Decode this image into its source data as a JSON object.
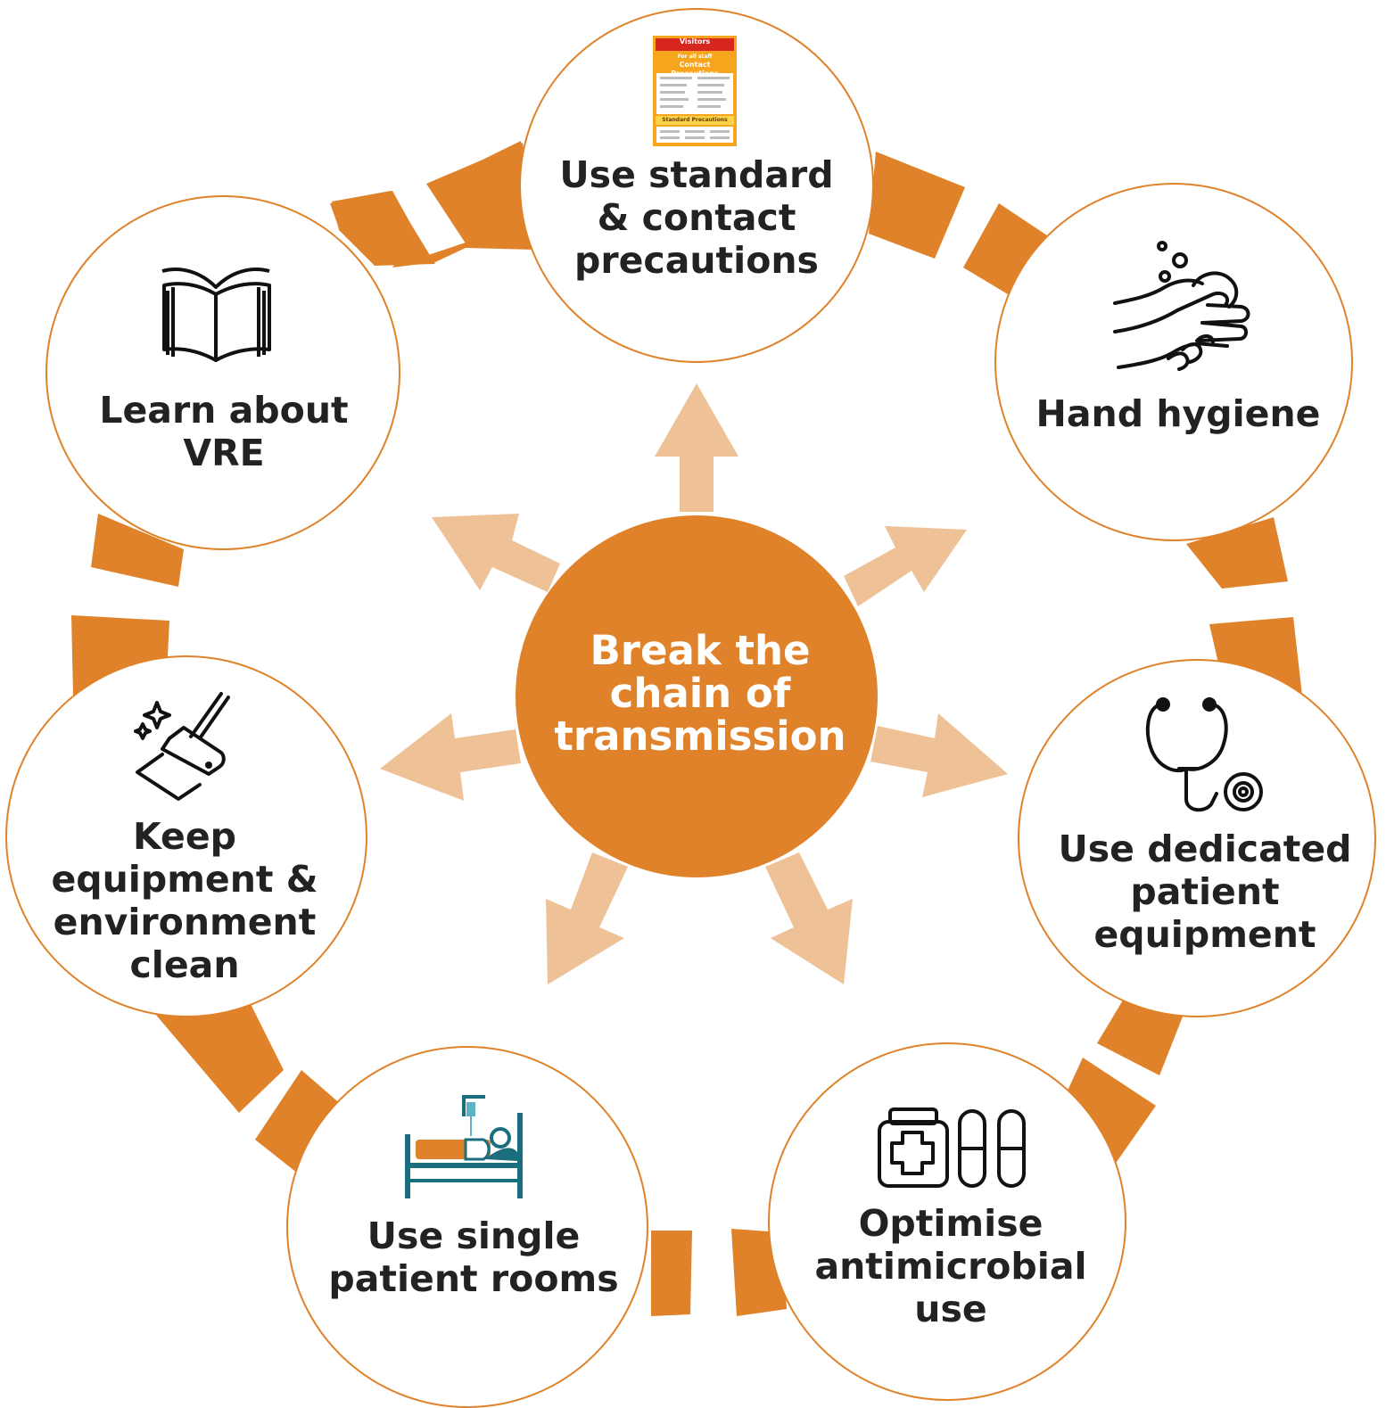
{
  "center": {
    "lines": [
      "Break the",
      "chain of",
      "transmission"
    ]
  },
  "nodes": [
    {
      "id": "standard-precautions",
      "lines": [
        "Use standard",
        "& contact",
        "precautions"
      ],
      "icon": "precautions-poster-icon"
    },
    {
      "id": "hand-hygiene",
      "lines": [
        "Hand hygiene"
      ],
      "icon": "hand-washing-icon"
    },
    {
      "id": "dedicated-equipment",
      "lines": [
        "Use dedicated",
        "patient",
        "equipment"
      ],
      "icon": "stethoscope-icon"
    },
    {
      "id": "antimicrobial",
      "lines": [
        "Optimise",
        "antimicrobial use"
      ],
      "icon": "medicine-bottle-capsules-icon"
    },
    {
      "id": "single-rooms",
      "lines": [
        "Use single",
        "patient rooms"
      ],
      "icon": "hospital-bed-icon"
    },
    {
      "id": "clean-environment",
      "lines": [
        "Keep",
        "equipment &",
        "environment",
        "clean"
      ],
      "icon": "mop-cleaning-icon"
    },
    {
      "id": "learn-vre",
      "lines": [
        "Learn about VRE"
      ],
      "icon": "open-book-icon"
    }
  ],
  "poster": {
    "header": "Visitors",
    "title_line1": "For all staff",
    "title_line2": "Contact Precautions",
    "footer": "Standard Precautions"
  },
  "colors": {
    "ring": "#e0822a",
    "center": "#e0822a",
    "arrow": "#efc196",
    "circle_stroke": "#e0822a",
    "text": "#222222",
    "bed_teal": "#1a6e7e"
  }
}
